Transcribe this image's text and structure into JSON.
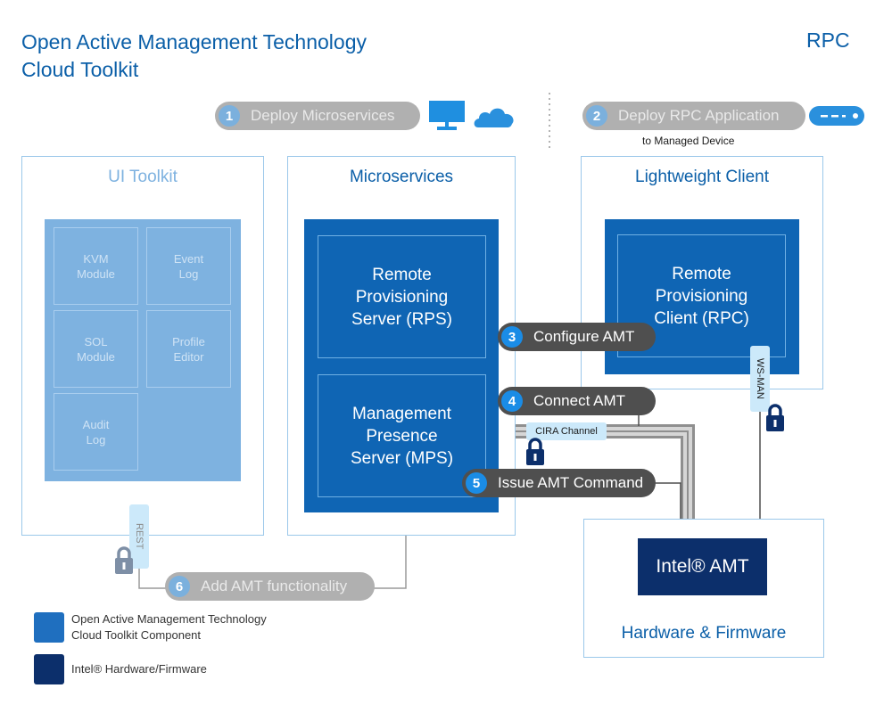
{
  "header": {
    "title_line1": "Open Active Management Technology",
    "title_line2": "Cloud Toolkit",
    "rpc": "RPC"
  },
  "steps": {
    "step1": {
      "num": "1",
      "label": "Deploy Microservices"
    },
    "step2": {
      "num": "2",
      "label": "Deploy RPC Application",
      "note": "to Managed Device"
    },
    "step3": {
      "num": "3",
      "label": "Configure AMT"
    },
    "step4": {
      "num": "4",
      "label": "Connect AMT"
    },
    "step5": {
      "num": "5",
      "label": "Issue AMT Command"
    },
    "step6": {
      "num": "6",
      "label": "Add AMT functionality"
    }
  },
  "ui_toolkit": {
    "title": "UI Toolkit",
    "modules": [
      {
        "line1": "KVM",
        "line2": "Module"
      },
      {
        "line1": "Event",
        "line2": "Log"
      },
      {
        "line1": "SOL",
        "line2": "Module"
      },
      {
        "line1": "Profile",
        "line2": "Editor"
      },
      {
        "line1": "Audit",
        "line2": "Log"
      }
    ]
  },
  "microservices": {
    "title": "Microservices",
    "rps": {
      "line1": "Remote",
      "line2": "Provisioning",
      "line3": "Server (RPS)"
    },
    "mps": {
      "line1": "Management",
      "line2": "Presence",
      "line3": "Server (MPS)"
    }
  },
  "lightweight_client": {
    "title": "Lightweight Client",
    "rpc": {
      "line1": "Remote",
      "line2": "Provisioning",
      "line3": "Client (RPC)"
    }
  },
  "hardware": {
    "title": "Hardware & Firmware",
    "amt_label": "Intel® AMT"
  },
  "tags": {
    "cira": "CIRA Channel",
    "wsman": "WS-MAN",
    "rest": "REST"
  },
  "legend": [
    {
      "line1": "Open Active Management Technology",
      "line2": "Cloud Toolkit Component",
      "color": "#1f6fbf"
    },
    {
      "line1": "Intel® Hardware/Firmware",
      "line2": "",
      "color": "#0c2f6b"
    }
  ],
  "icons": [
    "monitor-icon",
    "cloud-icon",
    "device-icon",
    "lock-icon"
  ]
}
